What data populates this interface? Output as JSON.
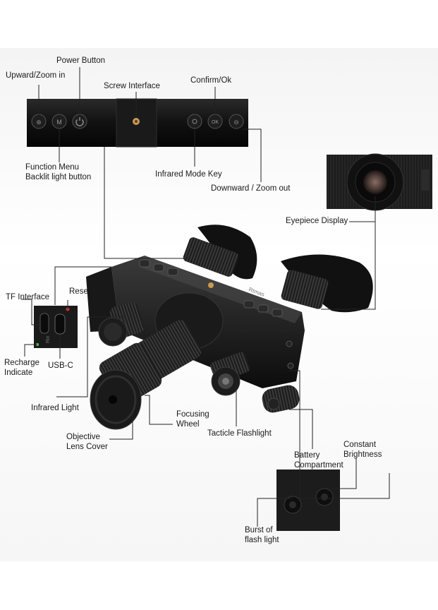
{
  "labels": {
    "power_button": "Power Button",
    "upward_zoom_in": "Upward/Zoom in",
    "screw_interface": "Screw Interface",
    "confirm_ok": "Confirm/Ok",
    "function_menu_line1": "Function Menu",
    "function_menu_line2": "Backlit light button",
    "infrared_mode_key": "Infrared Mode Key",
    "downward_zoom_out": "Downward / Zoom out",
    "eyepiece_display": "Eyepiece Display",
    "tf_interface": "TF Interface",
    "reset_key": "Reset Key",
    "recharge_line1": "Recharge",
    "recharge_line2": "Indicate",
    "usb_c": "USB-C",
    "infrared_light": "Infrared Light",
    "focusing_line1": "Focusing",
    "focusing_line2": "Wheel",
    "objective_line1": "Objective",
    "objective_line2": "Lens Cover",
    "tacticle_flashlight": "Tacticle Flashlight",
    "battery_line1": "Battery",
    "battery_line2": "Compartment",
    "constant_line1": "Constant",
    "constant_line2": "Brightness",
    "burst_line1": "Burst of",
    "burst_line2": "flash light"
  },
  "buttons": {
    "m_label": "M",
    "ok_label": "OK"
  },
  "device": {
    "side_text": "Rtmas",
    "port_text": "Rin"
  }
}
